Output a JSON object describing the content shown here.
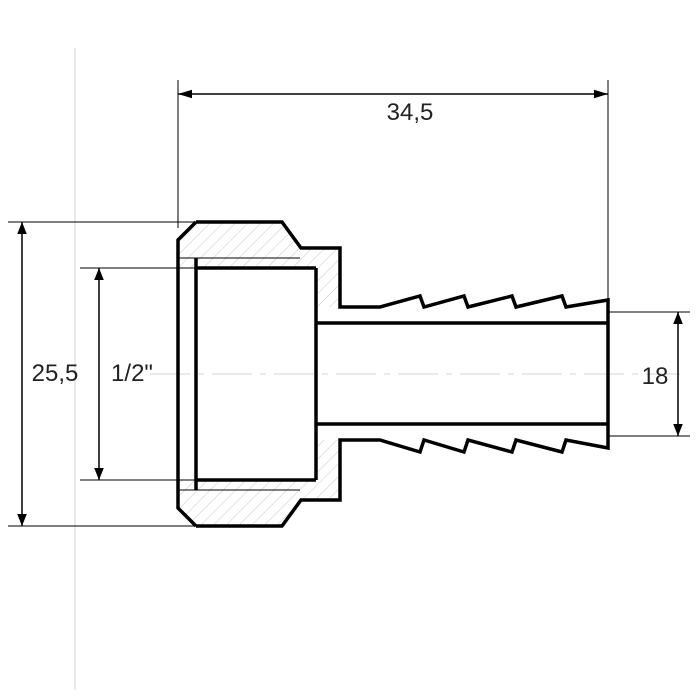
{
  "drawing": {
    "dimensions": {
      "overall_length": "34,5",
      "outer_diameter": "25,5",
      "thread_size": "1/2\"",
      "hose_diameter": "18"
    },
    "colors": {
      "background": "#ffffff",
      "outline": "#000000",
      "hatch": "#c8c8c8",
      "thin_line": "#d6d6d6",
      "text": "#222222"
    }
  }
}
